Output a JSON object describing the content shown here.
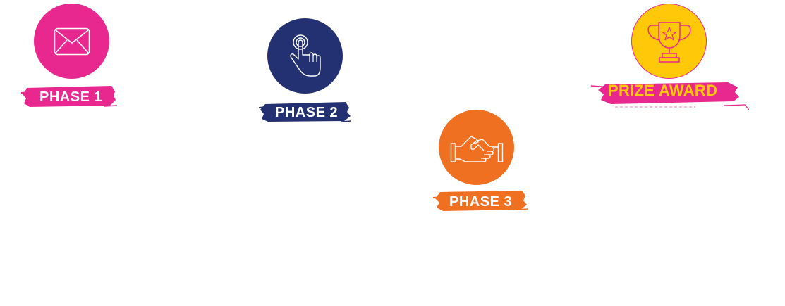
{
  "colors": {
    "phase1": "#e8288f",
    "phase2": "#233071",
    "phase3": "#f07021",
    "prize": "#ffc808",
    "prize_stroke": "#e8288f",
    "prize_brush": "#e8288f",
    "white": "#ffffff"
  },
  "phases": [
    {
      "label": "PHASE 1",
      "icon": "envelope-icon"
    },
    {
      "label": "PHASE 2",
      "icon": "pointing-hand-icon"
    },
    {
      "label": "PHASE 3",
      "icon": "handshake-icon"
    }
  ],
  "prize": {
    "label": "PRIZE AWARD",
    "icon": "trophy-icon"
  }
}
